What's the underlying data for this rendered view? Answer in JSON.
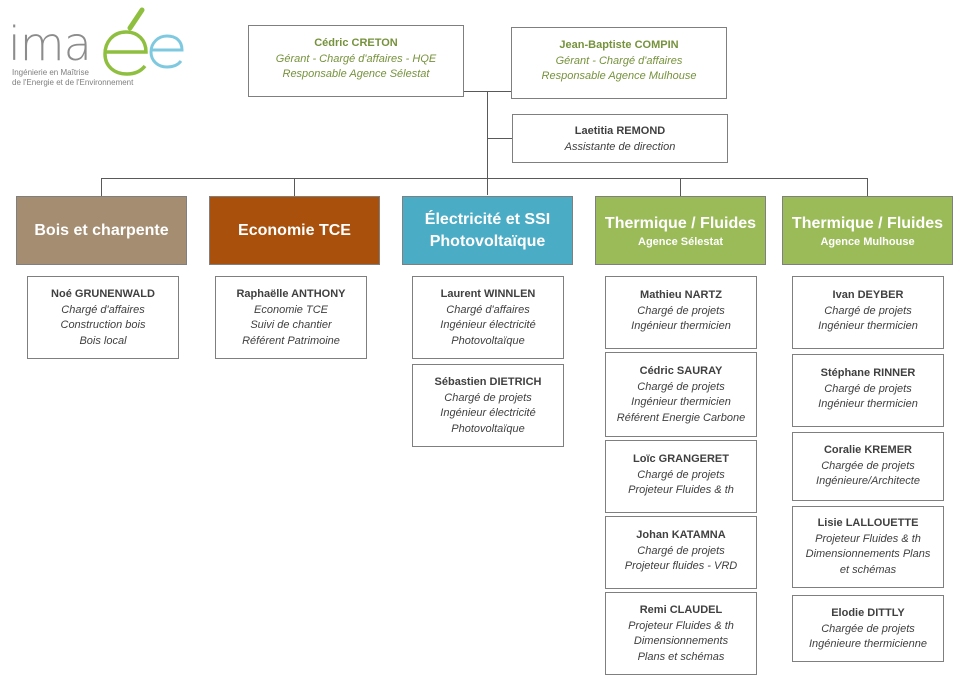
{
  "logo": {
    "word": "ima",
    "sub1": "Ingénierie en Maîtrise",
    "sub2": "de l'Energie et de l'Environnement",
    "colors": {
      "gray": "#8c8c8c",
      "green": "#8fbf3f",
      "blue": "#7fc9e0"
    }
  },
  "top": [
    {
      "name": "Cédric CRETON",
      "roles": [
        "Gérant - Chargé d'affaires - HQE",
        "Responsable Agence Sélestat"
      ]
    },
    {
      "name": "Jean-Baptiste COMPIN",
      "roles": [
        "Gérant - Chargé d'affaires",
        "Responsable Agence Mulhouse"
      ]
    }
  ],
  "assistant": {
    "name": "Laetitia REMOND",
    "role": "Assistante de direction"
  },
  "departments": [
    {
      "title": "Bois et charpente",
      "subtitle": "",
      "color": "#a48d71",
      "members": [
        {
          "name": "Noé GRUNENWALD",
          "roles": [
            "Chargé d'affaires",
            "Construction bois",
            "Bois local"
          ]
        }
      ]
    },
    {
      "title": "Economie TCE",
      "subtitle": "",
      "color": "#a8500c",
      "members": [
        {
          "name": "Raphaëlle ANTHONY",
          "roles": [
            "Economie TCE",
            "Suivi de chantier",
            "Référent Patrimoine"
          ]
        }
      ]
    },
    {
      "title": "Électricité et SSI",
      "title2": "Photovoltaïque",
      "subtitle": "",
      "color": "#4bacc6",
      "members": [
        {
          "name": "Laurent WINNLEN",
          "roles": [
            "Chargé d'affaires",
            "Ingénieur électricité",
            "Photovoltaïque"
          ]
        },
        {
          "name": "Sébastien DIETRICH",
          "roles": [
            "Chargé de projets",
            "Ingénieur électricité",
            "Photovoltaïque"
          ]
        }
      ]
    },
    {
      "title": "Thermique / Fluides",
      "subtitle": "Agence Sélestat",
      "color": "#9bbb59",
      "members": [
        {
          "name": "Mathieu NARTZ",
          "roles": [
            "Chargé de projets",
            "Ingénieur thermicien"
          ]
        },
        {
          "name": "Cédric SAURAY",
          "roles": [
            "Chargé de projets",
            "Ingénieur thermicien",
            "Référent Energie Carbone"
          ]
        },
        {
          "name": "Loïc GRANGERET",
          "roles": [
            "Chargé de projets",
            "Projeteur Fluides & th"
          ]
        },
        {
          "name": "Johan KATAMNA",
          "roles": [
            "Chargé de projets",
            "Projeteur fluides - VRD"
          ]
        },
        {
          "name": "Remi CLAUDEL",
          "roles": [
            "Projeteur Fluides & th",
            "Dimensionnements",
            "Plans et schémas"
          ]
        }
      ]
    },
    {
      "title": "Thermique / Fluides",
      "subtitle": "Agence Mulhouse",
      "color": "#9bbb59",
      "members": [
        {
          "name": "Ivan DEYBER",
          "roles": [
            "Chargé de projets",
            "Ingénieur thermicien"
          ]
        },
        {
          "name": "Stéphane RINNER",
          "roles": [
            "Chargé de projets",
            "Ingénieur thermicien"
          ]
        },
        {
          "name": "Coralie KREMER",
          "roles": [
            "Chargée de projets",
            "Ingénieure/Architecte"
          ]
        },
        {
          "name": "Lisie LALLOUETTE",
          "roles": [
            "Projeteur Fluides & th",
            "Dimensionnements Plans",
            "et schémas"
          ]
        },
        {
          "name": "Elodie DITTLY",
          "roles": [
            "Chargée de projets",
            "Ingénieure thermicienne"
          ]
        }
      ]
    }
  ]
}
